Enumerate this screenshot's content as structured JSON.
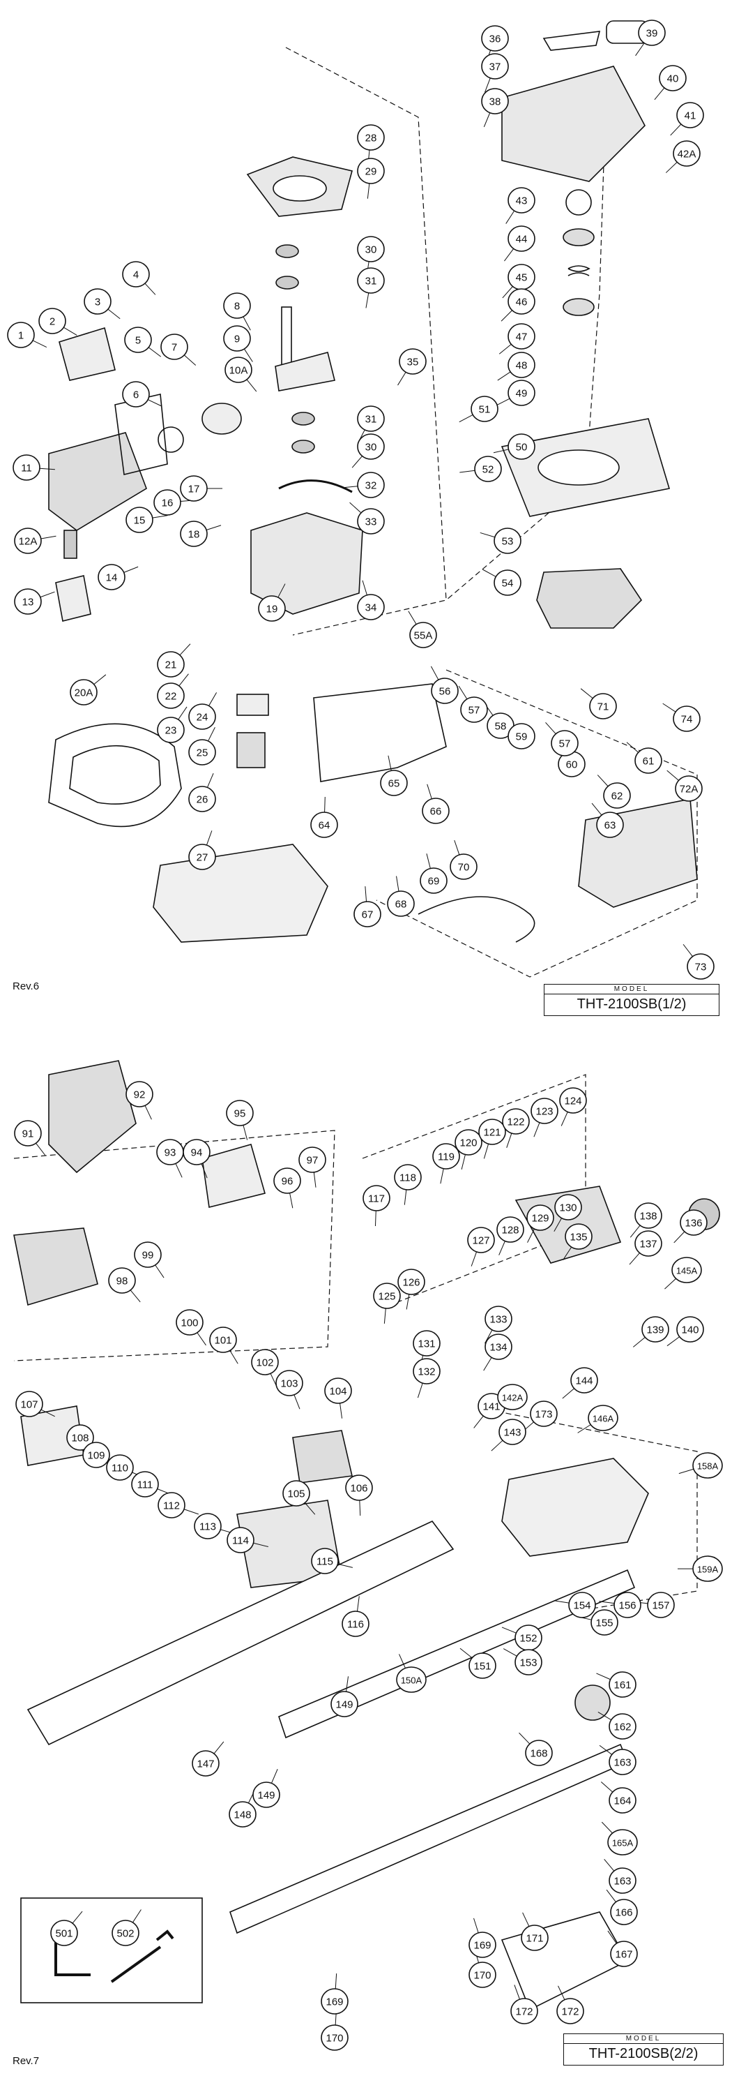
{
  "sheet1": {
    "revision": "Rev.6",
    "model_caption": "MODEL",
    "model_name": "THT-2100SB(1/2)",
    "parts": [
      "1",
      "2",
      "3",
      "4",
      "5",
      "6",
      "7",
      "8",
      "9",
      "10A",
      "11",
      "12A",
      "13",
      "14",
      "15",
      "16",
      "17",
      "18",
      "19",
      "20A",
      "21",
      "22",
      "23",
      "24",
      "25",
      "26",
      "27",
      "28",
      "29",
      "30",
      "31",
      "32",
      "33",
      "34",
      "35",
      "36",
      "37",
      "38",
      "39",
      "40",
      "41",
      "42A",
      "43",
      "44",
      "45",
      "46",
      "47",
      "48",
      "49",
      "50",
      "51",
      "52",
      "53",
      "54",
      "55A",
      "56",
      "57",
      "58",
      "59",
      "60",
      "61",
      "62",
      "63",
      "64",
      "65",
      "66",
      "67",
      "68",
      "69",
      "70",
      "71",
      "72A",
      "73",
      "74"
    ]
  },
  "sheet2": {
    "revision": "Rev.7",
    "model_caption": "MODEL",
    "model_name": "THT-2100SB(2/2)",
    "parts": [
      "91",
      "92",
      "93",
      "94",
      "95",
      "96",
      "97",
      "98",
      "99",
      "100",
      "101",
      "102",
      "103",
      "104",
      "105",
      "106",
      "107",
      "108",
      "109",
      "110",
      "111",
      "112",
      "113",
      "114",
      "115",
      "116",
      "117",
      "118",
      "119",
      "120",
      "121",
      "122",
      "123",
      "124",
      "125",
      "126",
      "127",
      "128",
      "129",
      "130",
      "131",
      "132",
      "133",
      "134",
      "135",
      "136",
      "137",
      "138",
      "139",
      "140",
      "141",
      "142A",
      "143",
      "144",
      "145A",
      "146A",
      "147",
      "148",
      "149",
      "150A",
      "151",
      "152",
      "153",
      "154",
      "155",
      "156",
      "157",
      "158A",
      "159A",
      "161",
      "162",
      "163",
      "164",
      "165A",
      "166",
      "167",
      "168",
      "169",
      "170",
      "171",
      "172",
      "173",
      "501",
      "502"
    ]
  },
  "colors": {
    "ink": "#111111",
    "paper": "#ffffff",
    "shade": "#d9d9d9"
  }
}
